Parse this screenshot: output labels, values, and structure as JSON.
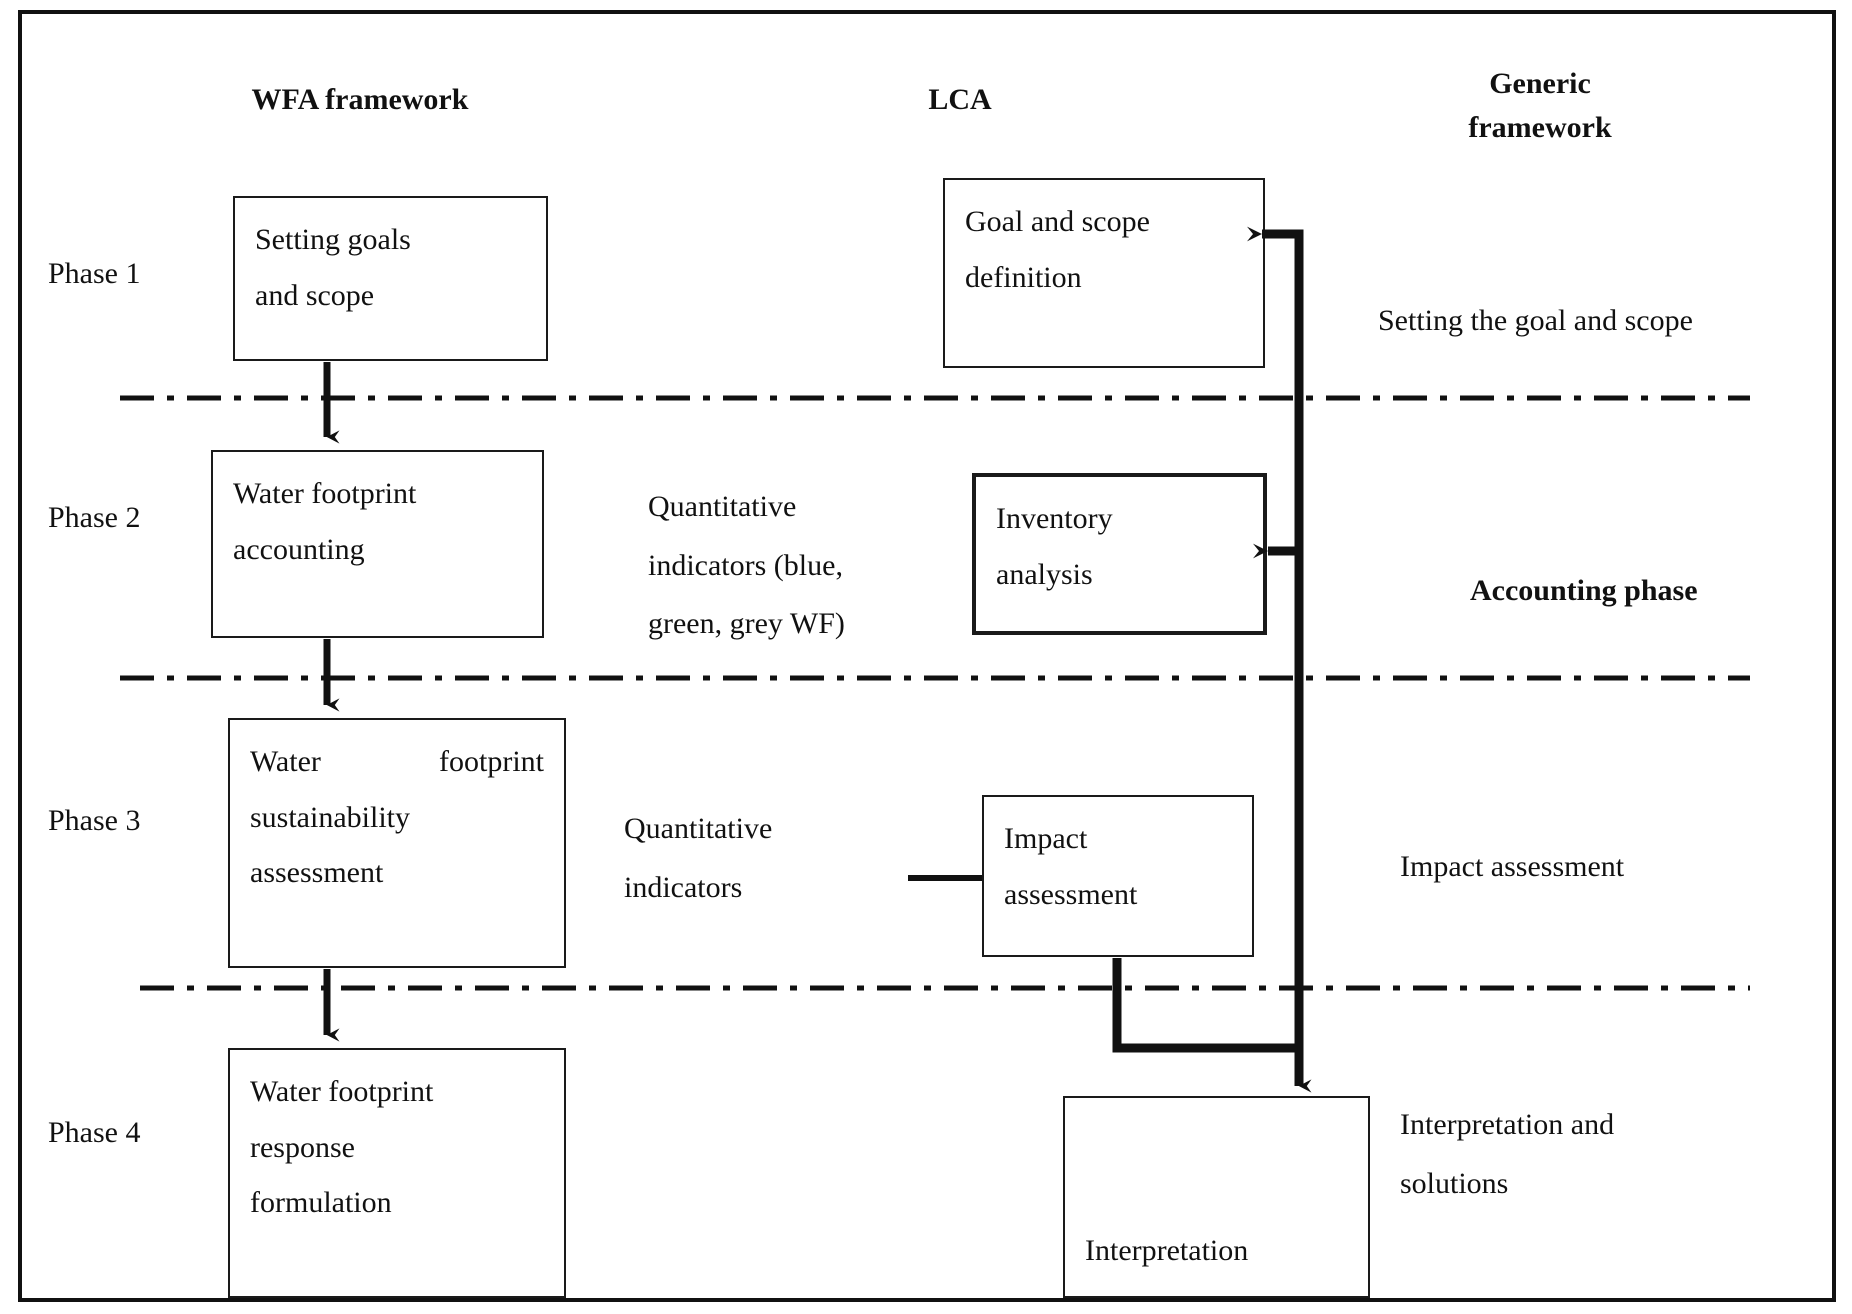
{
  "diagram": {
    "title_columns": {
      "wfa": "WFA framework",
      "lca": "LCA",
      "generic": "Generic\nframework"
    },
    "phases": [
      {
        "label": "Phase 1"
      },
      {
        "label": "Phase 2"
      },
      {
        "label": "Phase 3"
      },
      {
        "label": "Phase 4"
      }
    ],
    "wfa_nodes": [
      {
        "lines": [
          "Setting goals",
          "and scope"
        ]
      },
      {
        "lines": [
          "Water footprint",
          "accounting"
        ]
      },
      {
        "lines": [
          "Water   footprint",
          "sustainability",
          "assessment"
        ]
      },
      {
        "lines": [
          "Water footprint",
          "response",
          "formulation"
        ]
      }
    ],
    "lca_nodes": [
      {
        "lines": [
          "Goal and scope",
          "definition"
        ]
      },
      {
        "lines": [
          "Inventory",
          "analysis"
        ]
      },
      {
        "lines": [
          "Impact",
          "assessment"
        ]
      },
      {
        "lines": [
          "Interpretation"
        ]
      }
    ],
    "middle_notes": [
      {
        "text": "Quantitative\nindicators (blue,\ngreen, grey WF)"
      },
      {
        "text": "Quantitative\nindicators"
      }
    ],
    "generic_notes": [
      {
        "text": "Setting the goal and scope",
        "bold": false
      },
      {
        "text": "Accounting phase",
        "bold": true
      },
      {
        "text": "Impact assessment",
        "bold": false
      },
      {
        "text": "Interpretation and\nsolutions",
        "bold": false
      }
    ],
    "colors": {
      "stroke": "#111111",
      "background": "#ffffff",
      "box_border": "#1a1a1a"
    }
  }
}
